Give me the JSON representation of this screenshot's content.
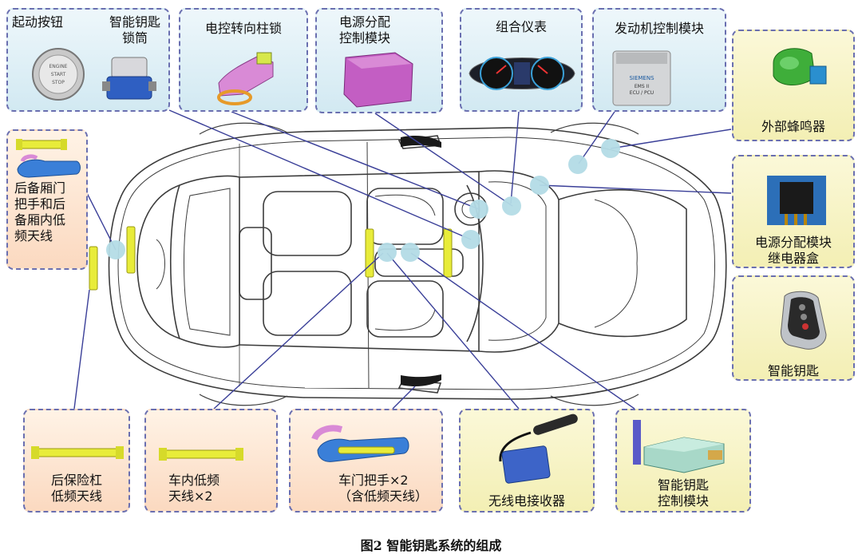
{
  "labels": {
    "start_button": "起动按钮",
    "key_lock_cylinder": "智能钥匙\n锁筒",
    "steering_lock": "电控转向柱锁",
    "power_dist_module": "电源分配\n控制模块",
    "instrument_cluster": "组合仪表",
    "engine_control_module": "发动机控制模块",
    "external_buzzer": "外部蜂鸣器",
    "trunk_antenna": "后备厢门\n把手和后\n备厢内低\n频天线",
    "relay_box": "电源分配模块\n继电器盒",
    "smart_key": "智能钥匙",
    "rear_bumper_antenna": "后保险杠\n低频天线",
    "interior_antenna": "车内低频\n天线×2",
    "door_handle": "车门把手×2\n（含低频天线）",
    "rf_receiver": "无线电接收器",
    "key_control_module": "智能钥匙\n控制模块"
  },
  "start_button_text": [
    "ENGINE",
    "START",
    "STOP"
  ],
  "ecu_text": [
    "SIEMENS",
    "EMS II",
    "ECU / PCU"
  ],
  "caption": "图2    智能钥匙系统的组成",
  "colors": {
    "box_border": "#6a6fb0",
    "leader_line": "#3a3f98",
    "connector_dot": "#b4dce6",
    "antenna_yellow": "#e8ec3a",
    "module_magenta": "#c86ac4",
    "buzzer_green": "#3fae3a",
    "module_blue": "#3d64c8"
  }
}
